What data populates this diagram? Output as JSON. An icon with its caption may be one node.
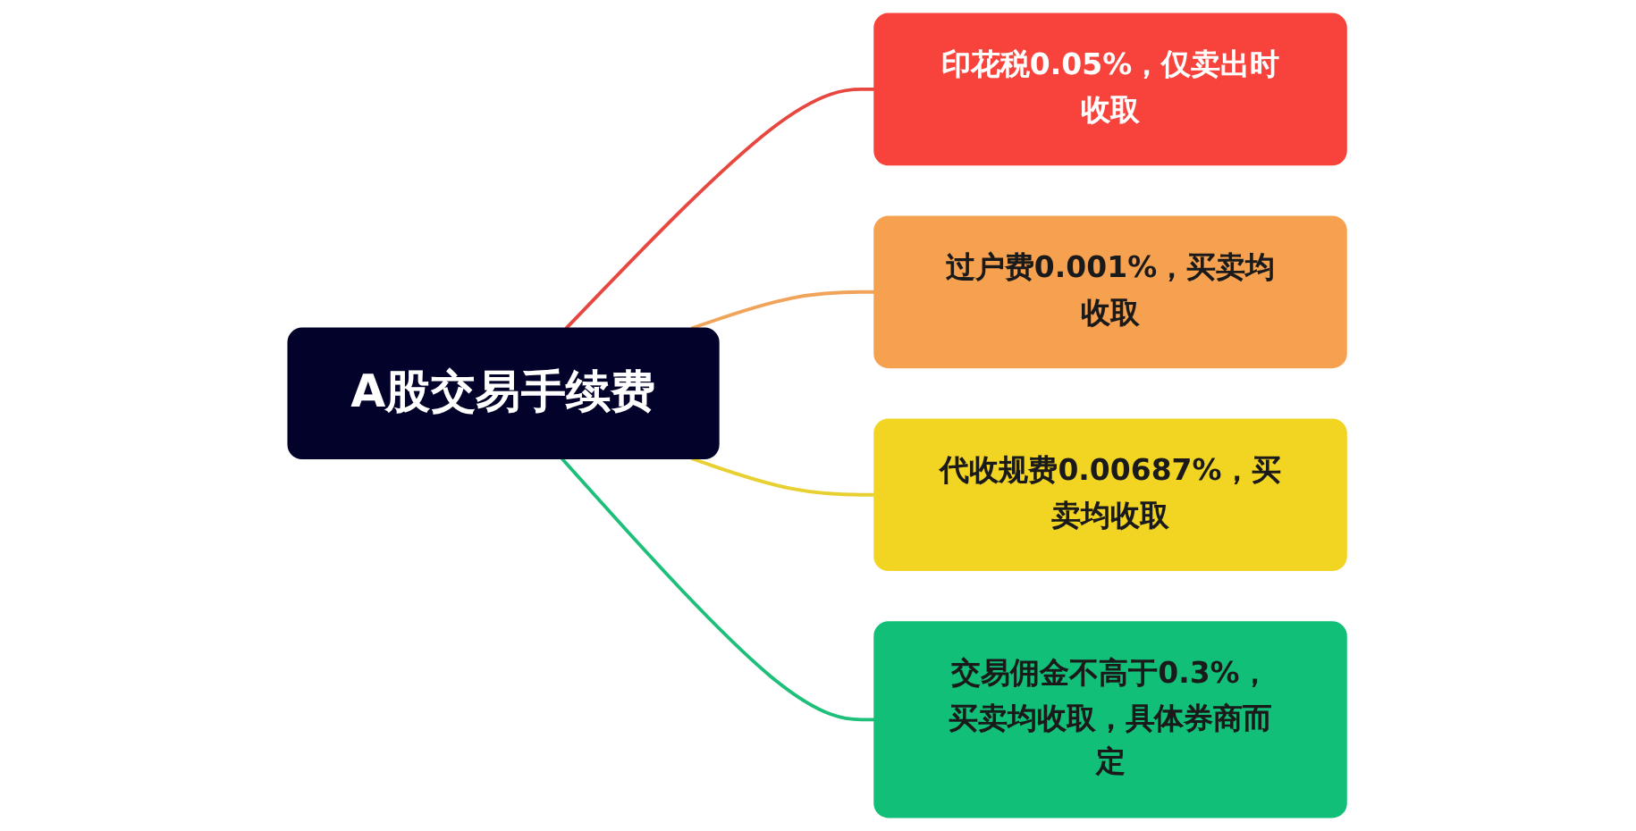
{
  "diagram": {
    "nodes": [
      {
        "text": [
          "A股交易手续费"
        ]
      },
      {
        "text": [
          "印花税0.05%，仅卖出时收取"
        ]
      },
      {
        "text": [
          "过户费0.001%，买卖均收取"
        ]
      },
      {
        "text": [
          "代收规费0.00687%，买卖均收取"
        ]
      },
      {
        "text": [
          "交易佣金不高于0.3%，买卖均收取，具体券商而定"
        ]
      }
    ],
    "edges": [
      {
        "from": 0,
        "to": 1,
        "arrow": "none",
        "color": "#e8473f"
      },
      {
        "from": 0,
        "to": 2,
        "arrow": "none",
        "color": "#f0a45a"
      },
      {
        "from": 0,
        "to": 3,
        "arrow": "none",
        "color": "#e8d030"
      },
      {
        "from": 0,
        "to": 4,
        "arrow": "none",
        "color": "#1dbf7a"
      }
    ]
  }
}
